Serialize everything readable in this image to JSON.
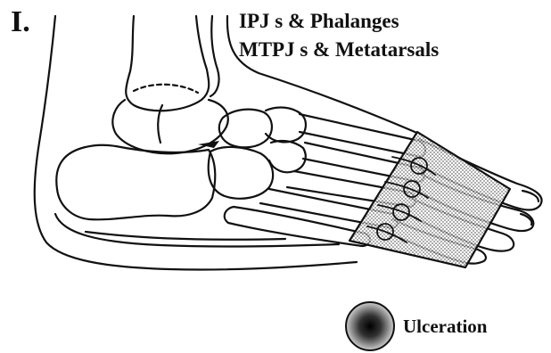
{
  "figure": {
    "panel_label": "I.",
    "regions": [
      {
        "label": "IPJ s & Phalanges"
      },
      {
        "label": "MTPJ s & Metatarsals"
      }
    ],
    "legend": {
      "label": "Ulceration"
    },
    "colors": {
      "line": "#111111",
      "shading": "#9a9a9a",
      "background": "#ffffff"
    }
  }
}
